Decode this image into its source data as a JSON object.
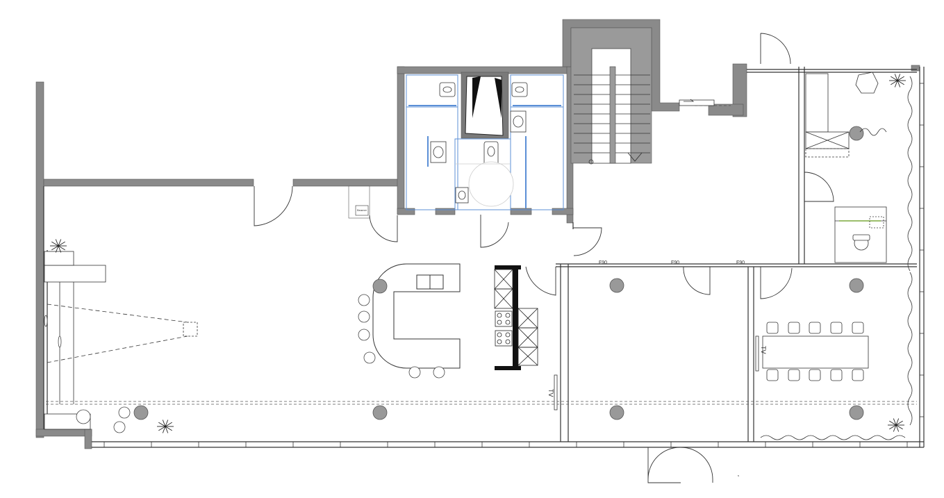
{
  "plan": {
    "tv_labels": [
      "TV",
      "TV"
    ],
    "beam_labels": [
      "F90",
      "F90",
      "F90"
    ],
    "appliance_label": "Beamer",
    "corner_mark": "s"
  },
  "colors": {
    "wall": "#8a8a8a",
    "wall_dark": "#6f6f6f",
    "stair": "#9a9a9a",
    "line": "#333333",
    "wet_room": "#5b8fd6",
    "column": "#999999",
    "kitchen_block": "#111111"
  },
  "icons": [
    "plant-icon",
    "chair-icon",
    "armchair-icon",
    "column-icon",
    "door-swing-icon",
    "toilet-icon",
    "sink-icon",
    "stove-icon",
    "stair-arrow-icon"
  ]
}
